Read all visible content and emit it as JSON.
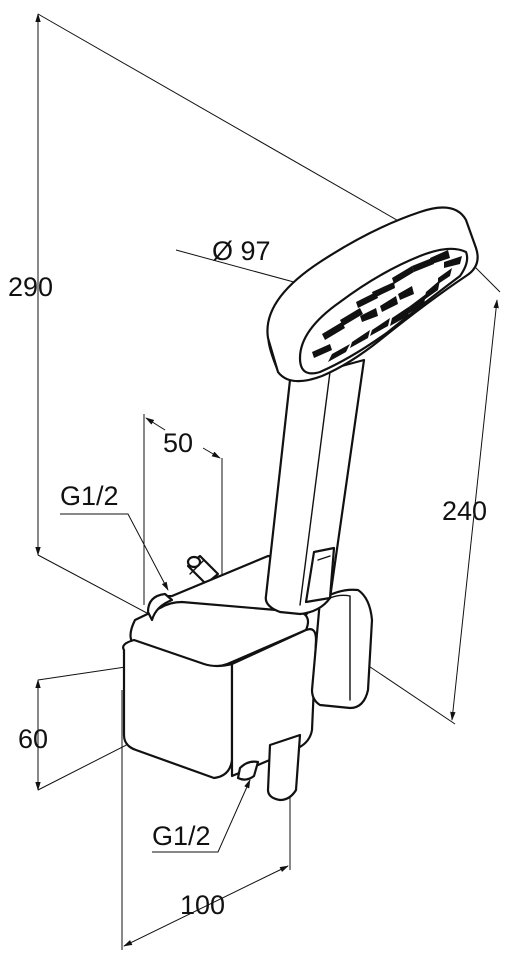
{
  "dimensions": {
    "total_height": "290",
    "handle_length": "240",
    "head_diameter": "Ø 97",
    "offset": "50",
    "thread_top": "G1/2",
    "thread_bottom": "G1/2",
    "bracket_height": "60",
    "projection": "100"
  }
}
